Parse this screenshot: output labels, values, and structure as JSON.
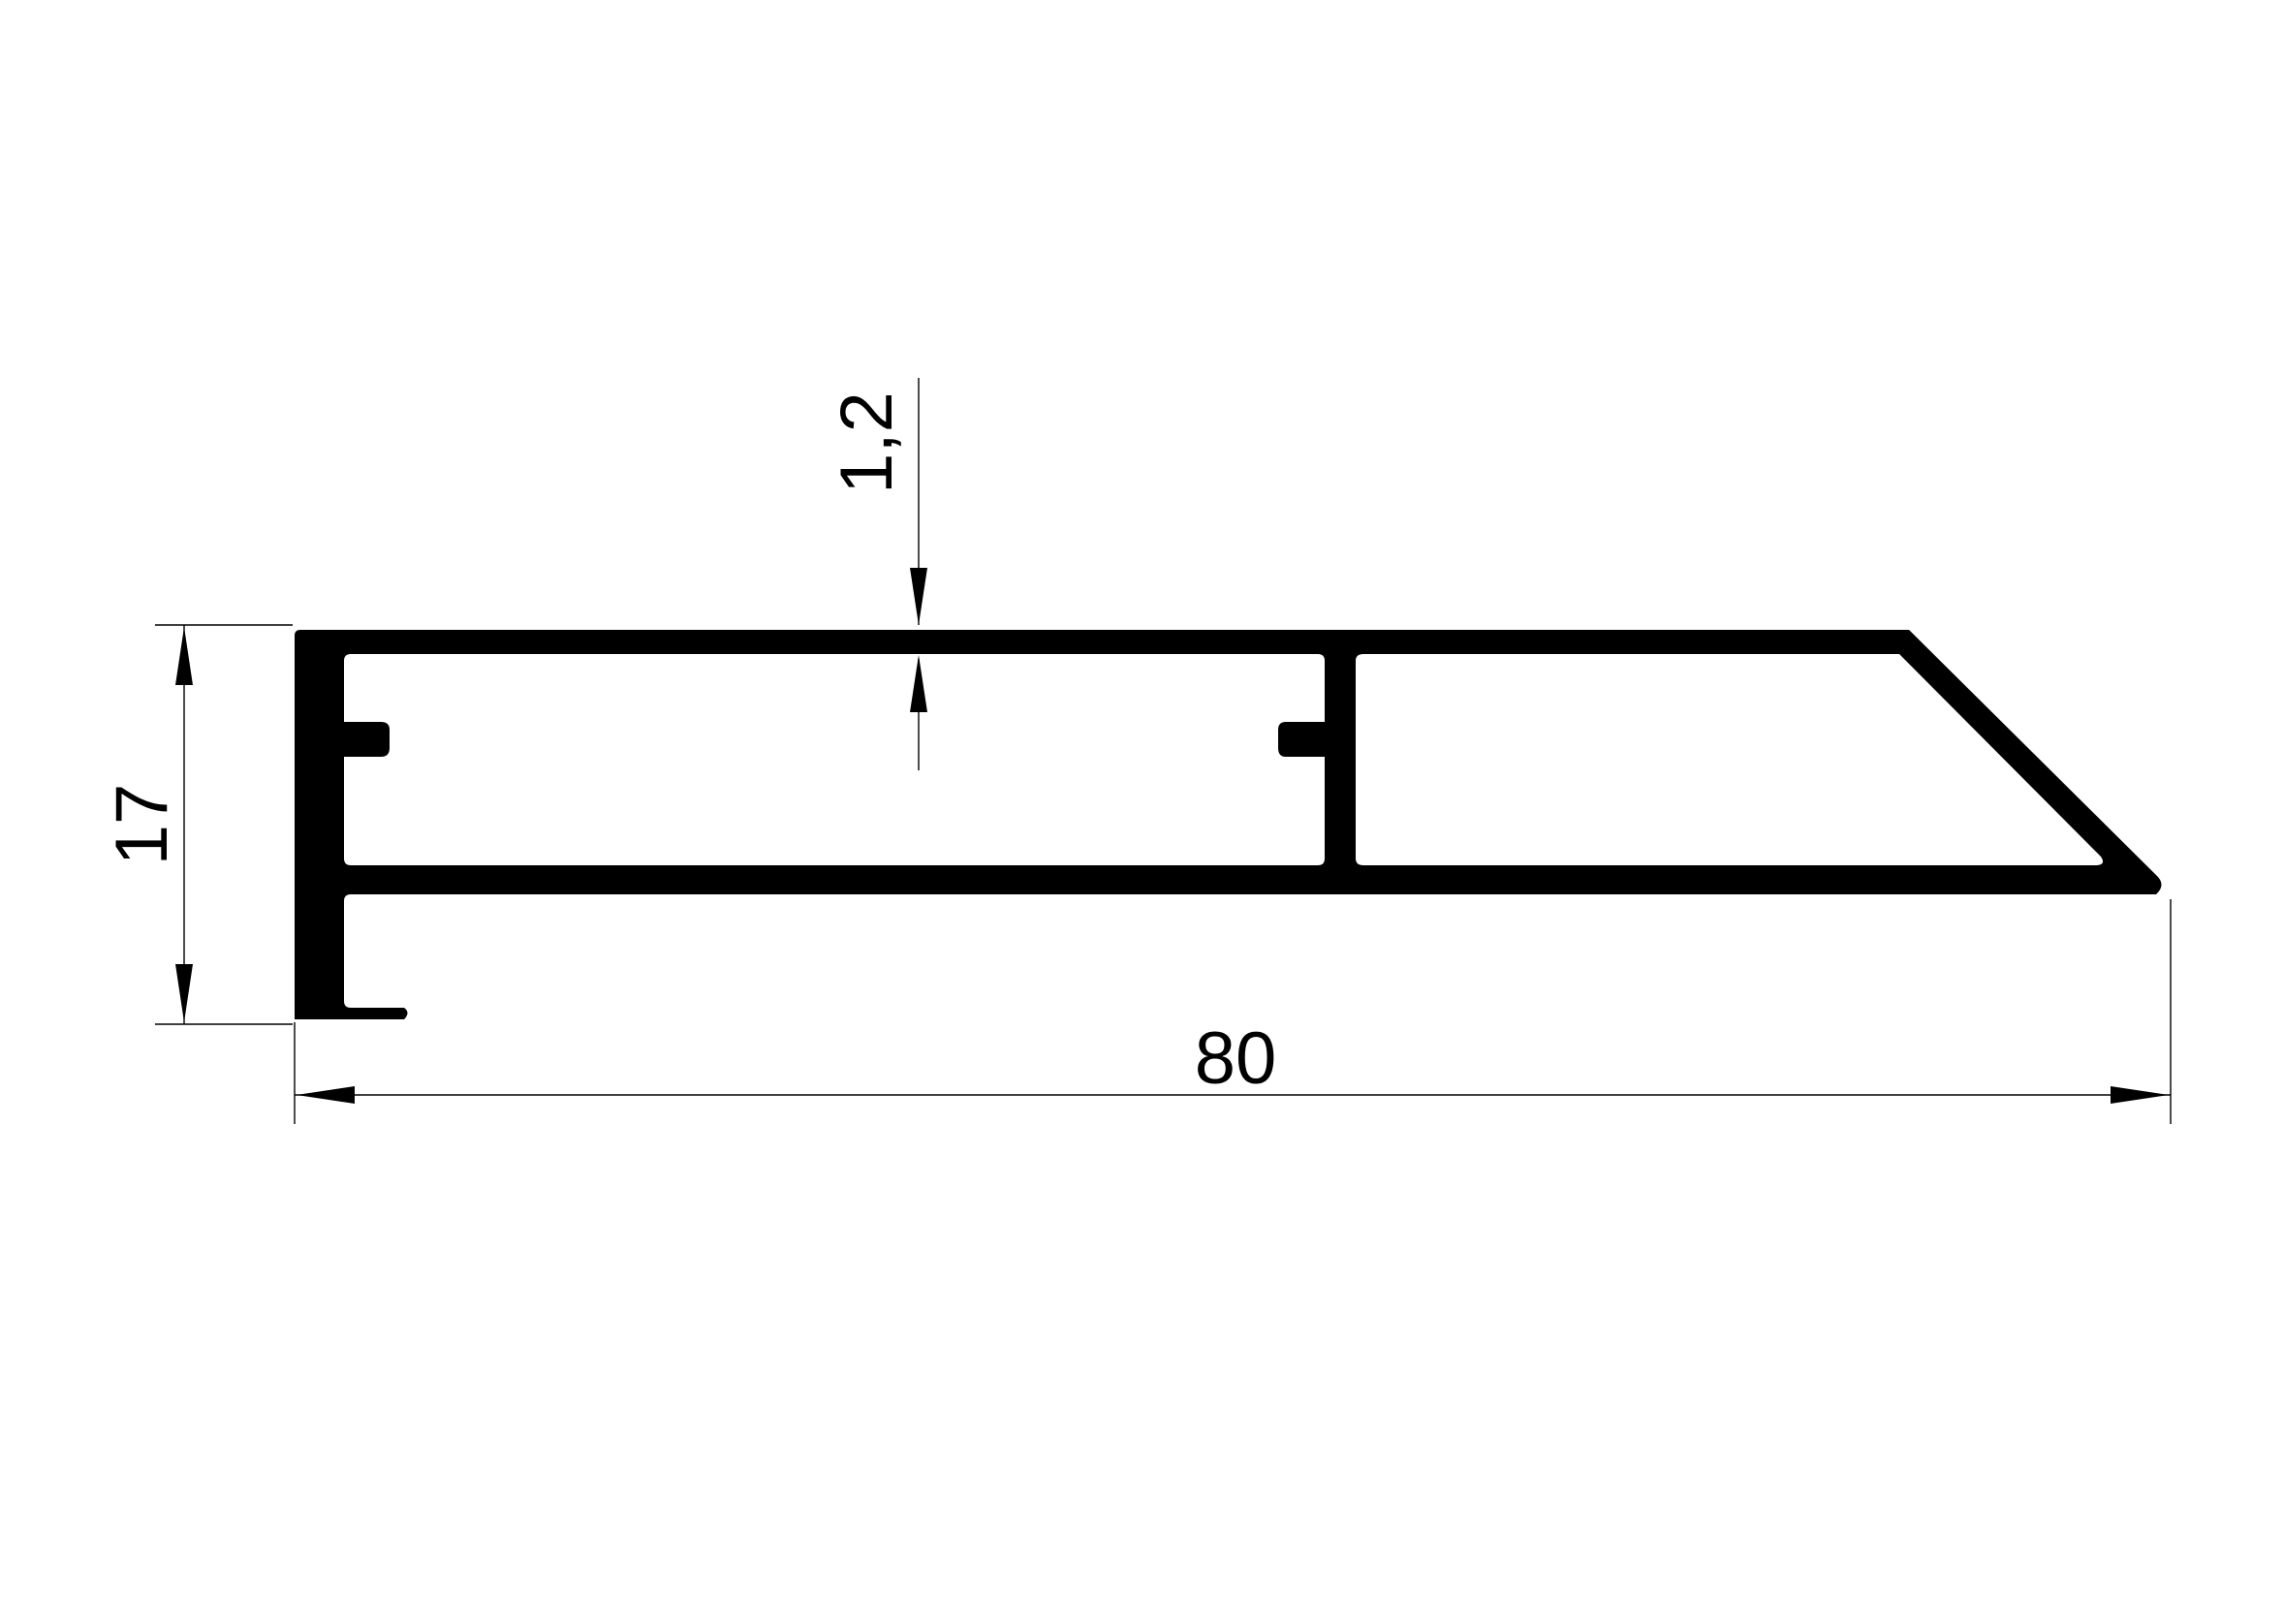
{
  "dimensions": {
    "width_label": "80",
    "height_label": "17",
    "wall_thickness_label": "1,2"
  },
  "colors": {
    "profile": "#000000",
    "background": "#ffffff",
    "dimension_lines": "#000000"
  }
}
